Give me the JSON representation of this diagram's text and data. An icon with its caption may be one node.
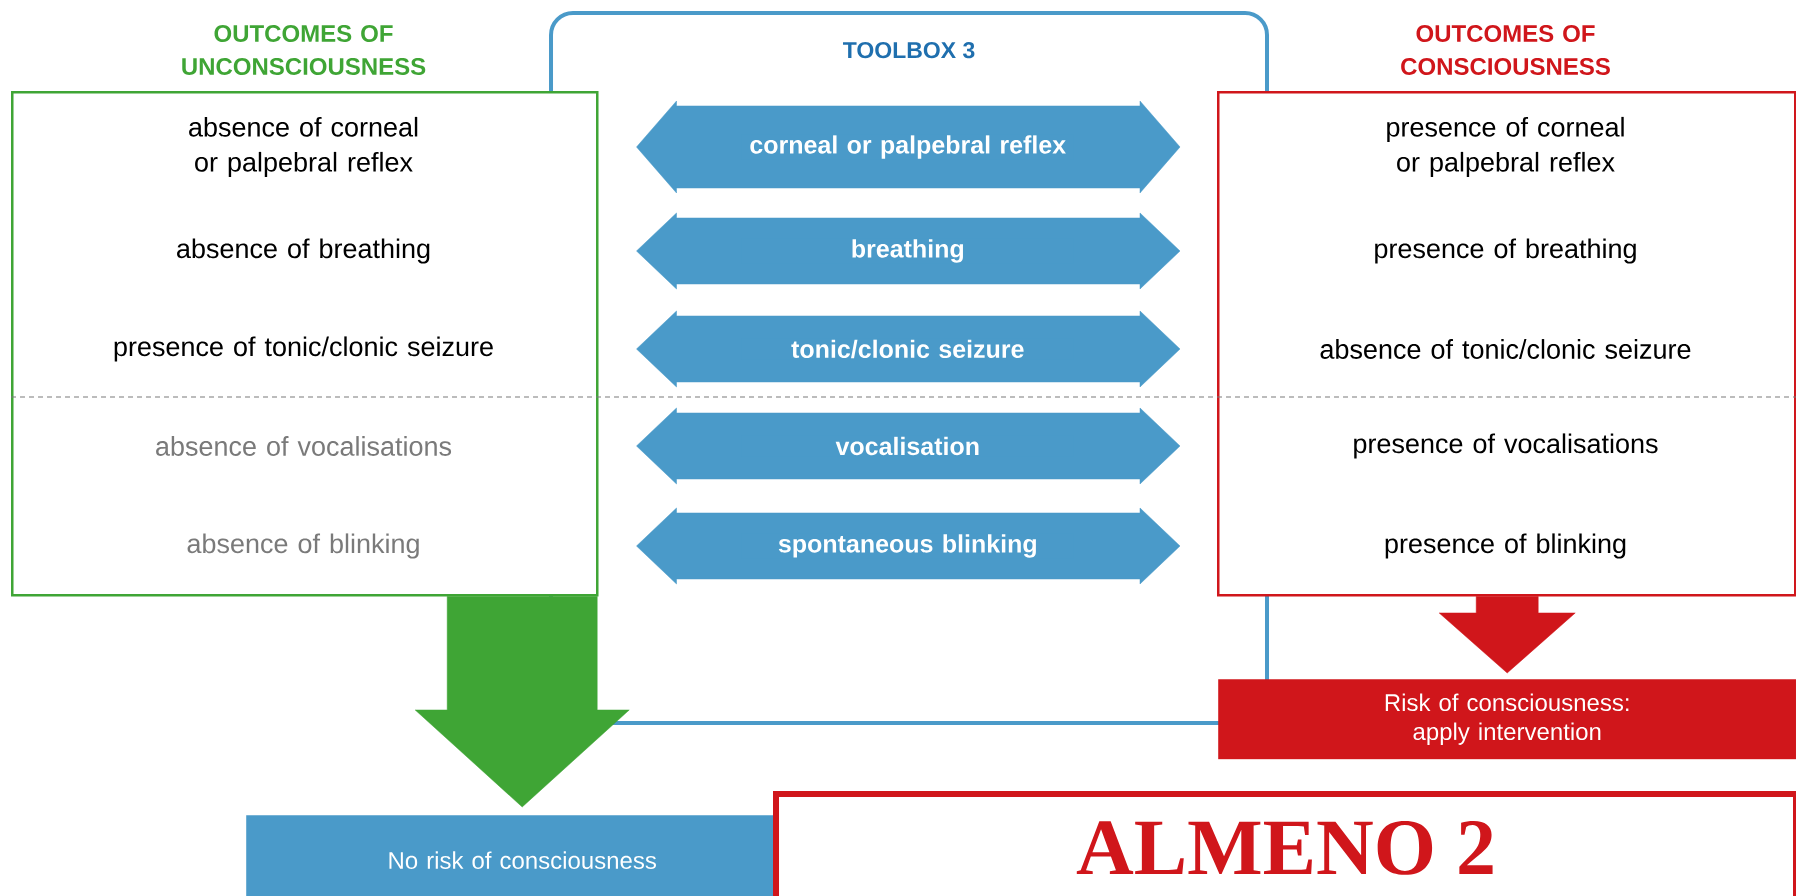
{
  "diagram": {
    "nodes": [
      {
        "text": [
          "OUTCOMES OF UNCONSCIOUSNESS",
          "absence of corneal or palpebral reflex",
          "absence of breathing",
          "presence of tonic/clonic seizure",
          "absence of vocalisations",
          "absence of blinking"
        ]
      },
      {
        "text": [
          "TOOLBOX 3"
        ]
      },
      {
        "text": [
          "OUTCOMES OF CONSCIOUSNESS",
          "presence of corneal or palpebral reflex",
          "presence of breathing",
          "absence of tonic/clonic seizure",
          "presence of vocalisations",
          "presence of blinking"
        ]
      },
      {
        "text": [
          "No risk of consciousness"
        ]
      },
      {
        "text": [
          "Risk of consciousness: apply intervention"
        ]
      },
      {
        "text": [
          "ALMENO 2"
        ]
      }
    ],
    "edges": [
      {
        "from": 0,
        "to": 2,
        "arrow": "both",
        "label": "corneal or palpebral reflex"
      },
      {
        "from": 0,
        "to": 2,
        "arrow": "both",
        "label": "breathing"
      },
      {
        "from": 0,
        "to": 2,
        "arrow": "both",
        "label": "tonic/clonic seizure"
      },
      {
        "from": 0,
        "to": 2,
        "arrow": "both",
        "label": "vocalisation"
      },
      {
        "from": 0,
        "to": 2,
        "arrow": "both",
        "label": "spontaneous blinking"
      },
      {
        "from": 0,
        "to": 3,
        "arrow": "to",
        "color": "#3fa535"
      },
      {
        "from": 2,
        "to": 4,
        "arrow": "to",
        "color": "#d0161b"
      }
    ]
  }
}
